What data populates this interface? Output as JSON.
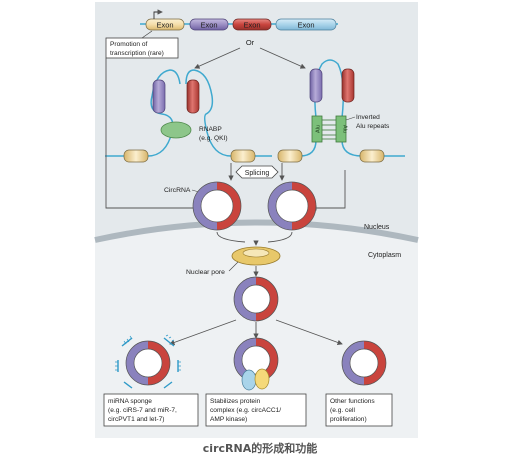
{
  "labels": {
    "exon": "Exon",
    "promotion": [
      "Promotion of",
      "transcription (rare)"
    ],
    "or": "Or",
    "rnabp": [
      "RNABP",
      "(e.g. QKI)"
    ],
    "inverted": [
      "Inverted",
      "Alu repeats"
    ],
    "alu": "Alu",
    "splicing": "Splicing",
    "circrna": "CircRNA",
    "nucleus": "Nucleus",
    "cytoplasm": "Cytoplasm",
    "nuclear_pore": "Nuclear pore"
  },
  "functions": [
    {
      "lines": [
        "miRNA sponge",
        "(e.g. ciRS-7 and miR-7,",
        "circPVT1 and let-7)"
      ]
    },
    {
      "lines": [
        "Stabilizes protein",
        "complex (e.g. circACC1/",
        "AMP kinase)"
      ]
    },
    {
      "lines": [
        "Other functions",
        "(e.g. cell",
        "proliferation)"
      ]
    }
  ],
  "caption": "circRNA的形成和功能",
  "colors": {
    "nucleus_bg": "#e4e9ec",
    "cytoplasm_bg": "#eef1f3",
    "exon_blue": "#a9d4ea",
    "exon_purple": "#9c8fc4",
    "exon_red": "#c9443d",
    "exon_yellow": "#f5deaa",
    "intron_line": "#3fa9cf",
    "rnabp": "#8dc68a",
    "nuclear_pore": "#e8c86a"
  }
}
